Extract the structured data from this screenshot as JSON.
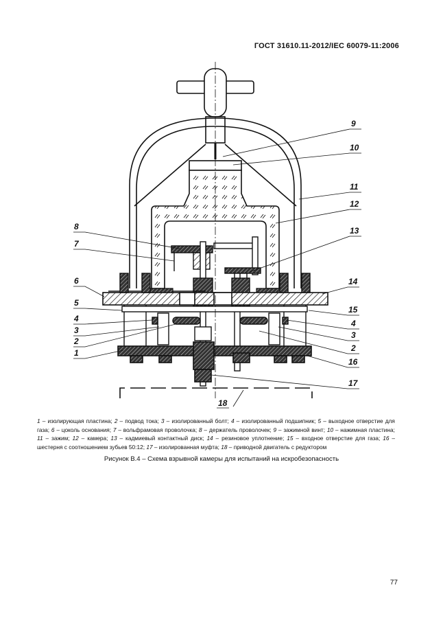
{
  "header": {
    "standard": "ГОСТ 31610.11-2012/IEC 60079-11:2006"
  },
  "figure": {
    "labels": [
      "9",
      "10",
      "11",
      "12",
      "13",
      "8",
      "7",
      "6",
      "14",
      "5",
      "15",
      "4",
      "4",
      "3",
      "3",
      "2",
      "2",
      "1",
      "16",
      "17",
      "18"
    ]
  },
  "legend": [
    {
      "num": "1",
      "text": "изолирующая пластина"
    },
    {
      "num": "2",
      "text": "подвод тока"
    },
    {
      "num": "3",
      "text": "изолированный болт"
    },
    {
      "num": "4",
      "text": "изолированный подшипник"
    },
    {
      "num": "5",
      "text": "выходное отверстие для газа"
    },
    {
      "num": "6",
      "text": "цоколь основания"
    },
    {
      "num": "7",
      "text": "вольфрамовая проволочка"
    },
    {
      "num": "8",
      "text": "держатель проволочек"
    },
    {
      "num": "9",
      "text": "зажимной винт"
    },
    {
      "num": "10",
      "text": "нажимная пластина"
    },
    {
      "num": "11",
      "text": "зажим"
    },
    {
      "num": "12",
      "text": "камера"
    },
    {
      "num": "13",
      "text": "кадмиевый контактный диск"
    },
    {
      "num": "14",
      "text": "резиновое уплотнение"
    },
    {
      "num": "15",
      "text": "входное отверстие для газа"
    },
    {
      "num": "16",
      "text": "шестерня с соотношением зубьев 50:12"
    },
    {
      "num": "17",
      "text": "изолированная муфта"
    },
    {
      "num": "18",
      "text": "приводной двигатель с редуктором"
    }
  ],
  "caption": "Рисунок В.4 – Схема взрывной камеры для испытаний на искробезопасность",
  "page_number": "77"
}
